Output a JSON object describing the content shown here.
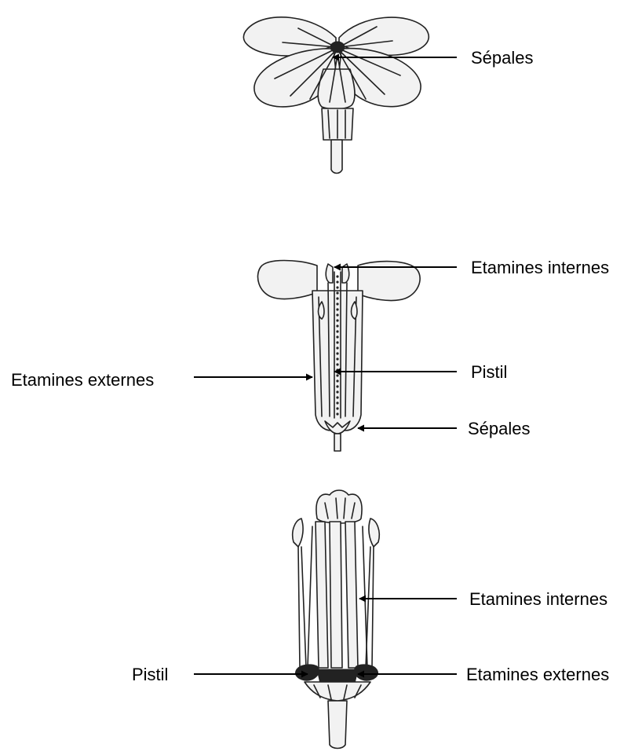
{
  "figures": [
    {
      "id": "flower-top",
      "labels": [
        {
          "key": "sepales",
          "text": "Sépales"
        }
      ]
    },
    {
      "id": "flower-section",
      "labels": [
        {
          "key": "etamines_internes",
          "text": "Etamines internes"
        },
        {
          "key": "etamines_externes",
          "text": "Etamines externes"
        },
        {
          "key": "pistil",
          "text": "Pistil"
        },
        {
          "key": "sepales",
          "text": "Sépales"
        }
      ]
    },
    {
      "id": "flower-reproductive",
      "labels": [
        {
          "key": "etamines_internes",
          "text": "Etamines internes"
        },
        {
          "key": "pistil",
          "text": "Pistil"
        },
        {
          "key": "etamines_externes",
          "text": "Etamines externes"
        }
      ]
    }
  ]
}
